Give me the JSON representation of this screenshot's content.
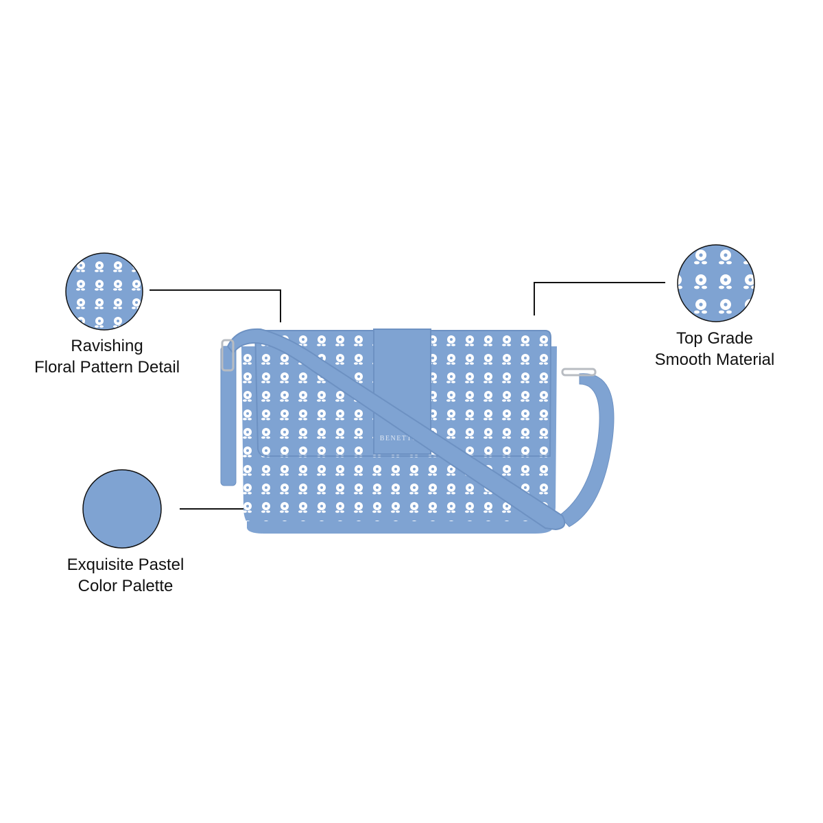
{
  "product": {
    "brand_imprint": "BENETTON",
    "colors": {
      "leather": "#7fa3d2",
      "leather_dark": "#6d91c2",
      "print": "#ffffff",
      "hardware": "#b8bcc2"
    }
  },
  "callouts": [
    {
      "line1": "Ravishing",
      "line2": "Floral Pattern Detail",
      "icon": "floral-pattern-swatch"
    },
    {
      "line1": "Top Grade",
      "line2": "Smooth Material",
      "icon": "material-closeup-swatch"
    },
    {
      "line1": "Exquisite Pastel",
      "line2": "Color Palette",
      "icon": "color-swatch"
    }
  ]
}
